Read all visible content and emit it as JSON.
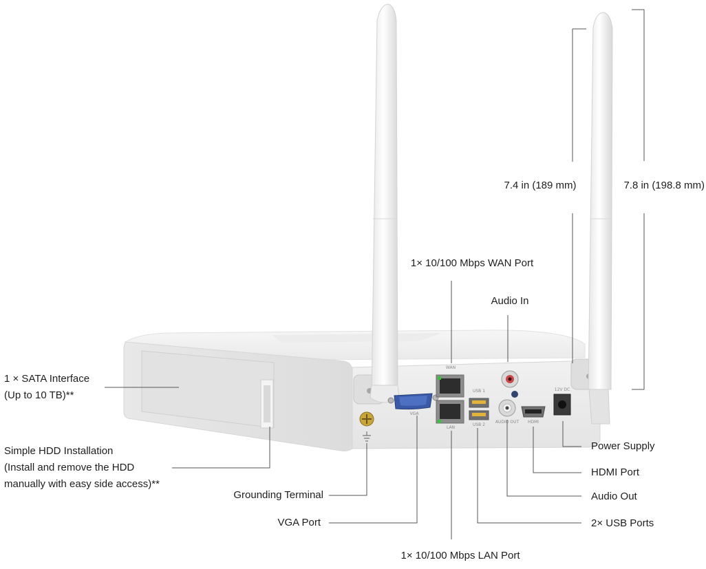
{
  "device": {
    "ports": {
      "wan": "WAN",
      "lan": "LAN",
      "vga": "VGA",
      "usb1": "USB 1",
      "usb2": "USB 2",
      "audio_out": "AUDIO OUT",
      "hdmi": "HDMI",
      "dc": "12V DC"
    }
  },
  "dimensions": {
    "antenna_short": "7.4 in (189 mm)",
    "antenna_tall": "7.8 in (198.8 mm)"
  },
  "callouts": {
    "sata_line1": "1 × SATA Interface",
    "sata_line2": "(Up to 10 TB)**",
    "hdd_line1": "Simple HDD Installation",
    "hdd_line2": "(Install and remove the HDD",
    "hdd_line3": "manually with easy side access)**",
    "grounding": "Grounding Terminal",
    "vga": "VGA Port",
    "lan": "1× 10/100 Mbps LAN Port",
    "wan": "1× 10/100 Mbps WAN Port",
    "audio_in": "Audio In",
    "power": "Power Supply",
    "hdmi": "HDMI Port",
    "audio_out": "Audio Out",
    "usb": "2× USB Ports"
  }
}
